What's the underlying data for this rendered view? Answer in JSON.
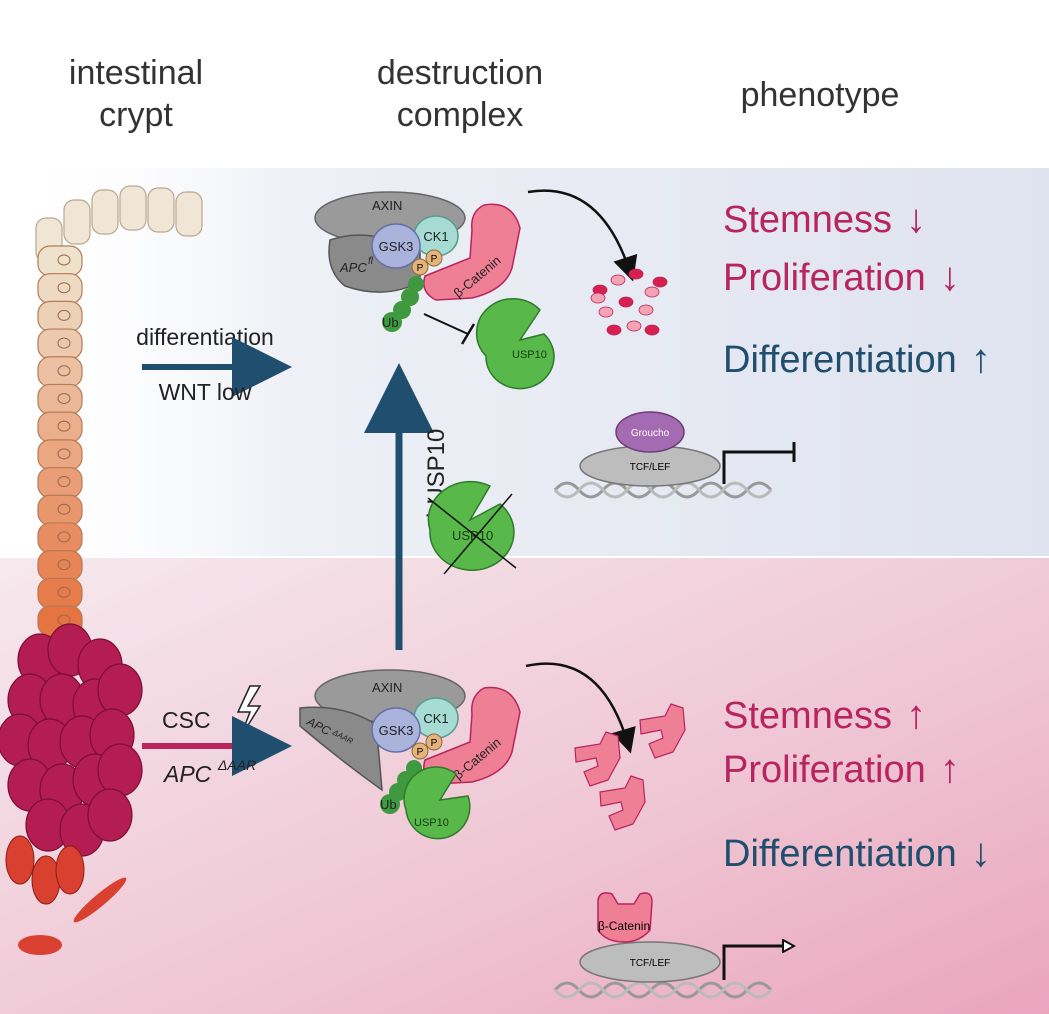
{
  "headers": {
    "col1_line1": "intestinal",
    "col1_line2": "crypt",
    "col2_line1": "destruction",
    "col2_line2": "complex",
    "col3": "phenotype"
  },
  "top_panel": {
    "arrow_label_top": "differentiation",
    "arrow_label_bottom": "WNT low",
    "complex": {
      "axin": "AXIN",
      "gsk3": "GSK3",
      "ck1": "CK1",
      "apc": "APC",
      "apc_sup": "fl",
      "p1": "P",
      "p2": "P",
      "beta_catenin": "β-Catenin",
      "ub": "Ub",
      "usp10": "USP10"
    },
    "phenotype": [
      {
        "text": "Stemness",
        "arrow": "↓",
        "color": "#b8245e"
      },
      {
        "text": "Proliferation",
        "arrow": "↓",
        "color": "#b8245e"
      },
      {
        "text": "Differentiation",
        "arrow": "↑",
        "color": "#1f4e6e"
      }
    ],
    "gene": {
      "repressor": "Groucho",
      "tf": "TCF/LEF"
    }
  },
  "middle": {
    "knockdown_label": "shUSP10",
    "crossed_protein": "USP10"
  },
  "bottom_panel": {
    "arrow_label_top": "CSC",
    "arrow_label_bottom": "APC",
    "arrow_label_bottom_sup": "ΔAAR",
    "complex": {
      "axin": "AXIN",
      "gsk3": "GSK3",
      "ck1": "CK1",
      "apc": "APC",
      "apc_sup": "ΔAAR",
      "p1": "P",
      "p2": "P",
      "beta_catenin": "β-Catenin",
      "ub": "Ub",
      "usp10": "USP10"
    },
    "phenotype": [
      {
        "text": "Stemness",
        "arrow": "↑",
        "color": "#b8245e"
      },
      {
        "text": "Proliferation",
        "arrow": "↑",
        "color": "#b8245e"
      },
      {
        "text": "Differentiation",
        "arrow": "↓",
        "color": "#1f4e6e"
      }
    ],
    "gene": {
      "activator": "β-Catenin",
      "tf": "TCF/LEF"
    }
  }
}
